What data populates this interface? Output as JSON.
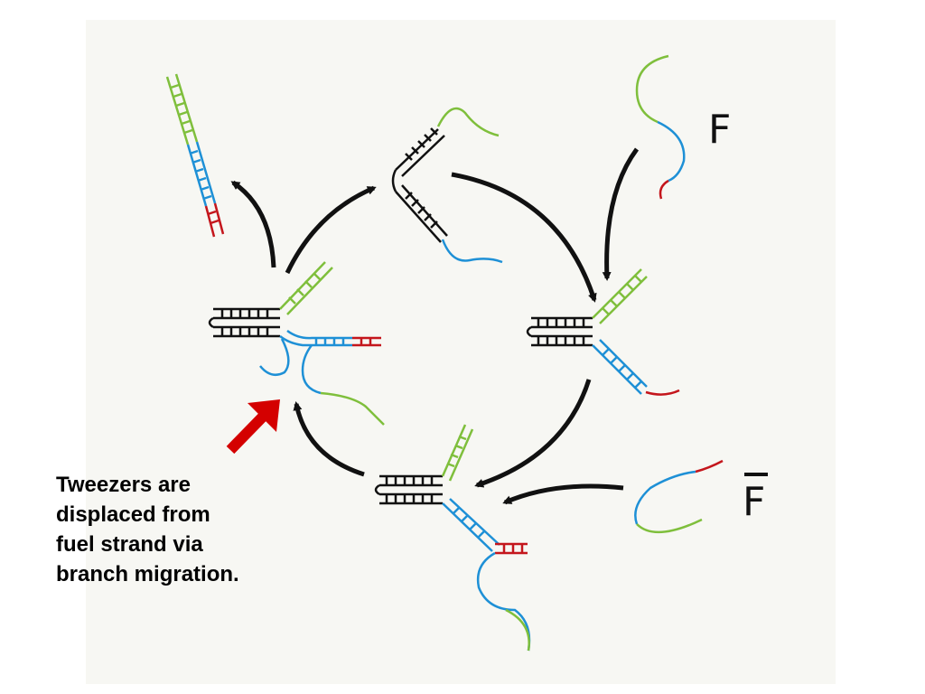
{
  "labels": {
    "fuel": "F",
    "anti_fuel": "F"
  },
  "caption": {
    "lines": [
      "Tweezers are",
      "displaced from",
      "fuel strand via",
      "branch migration."
    ]
  },
  "colors": {
    "background": "#f7f7f3",
    "green": "#7fbf3c",
    "blue": "#1e90d6",
    "red": "#c4161c",
    "black": "#111111",
    "pointer_arrow": "#d40000"
  }
}
